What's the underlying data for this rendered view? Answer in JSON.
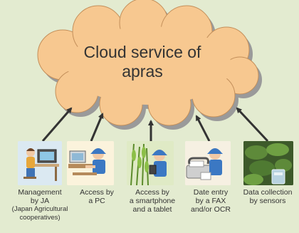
{
  "cloud": {
    "title_line1": "Cloud service of",
    "title_line2": "apras"
  },
  "sources": [
    {
      "icon": "ja-management-icon",
      "lines": [
        "Management",
        "by JA",
        "(Japan Agricultural",
        "cooperatives)"
      ]
    },
    {
      "icon": "pc-access-icon",
      "lines": [
        "Access by",
        "a PC"
      ]
    },
    {
      "icon": "smartphone-tablet-icon",
      "lines": [
        "Access by",
        "a smartphone",
        "and a tablet"
      ]
    },
    {
      "icon": "fax-ocr-icon",
      "lines": [
        "Date entry",
        "by a FAX",
        "and/or OCR"
      ]
    },
    {
      "icon": "sensor-icon",
      "lines": [
        "Data collection",
        "by sensors"
      ]
    }
  ],
  "colors": {
    "background": "#e3ebd0",
    "cloud_fill": "#f7c890",
    "cloud_shadow": "#9a9a9a",
    "arrow": "#333333"
  }
}
